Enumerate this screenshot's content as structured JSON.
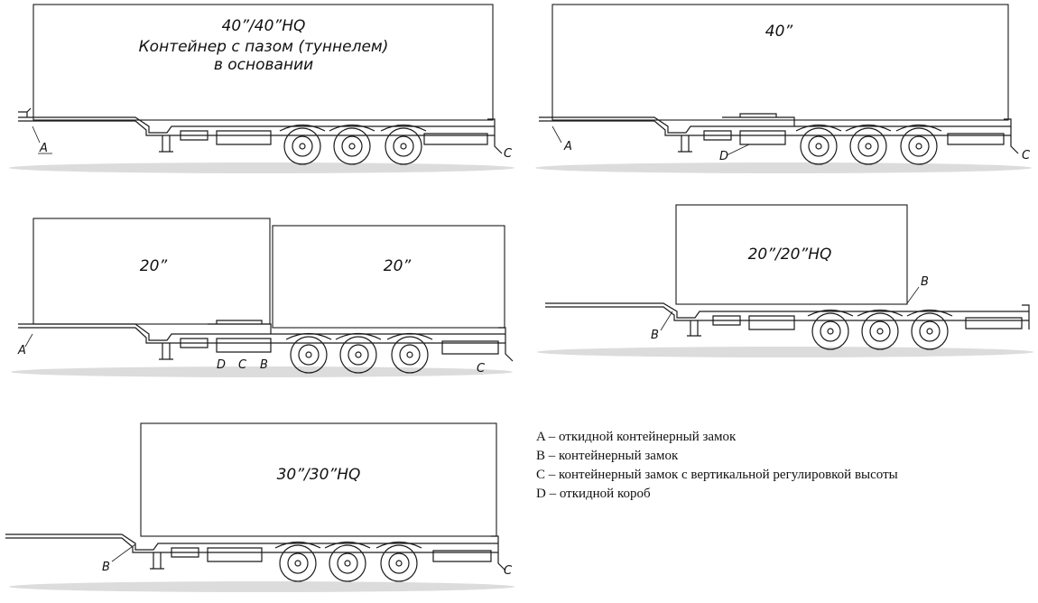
{
  "diagrams": [
    {
      "id": "d1",
      "container_lines": [
        "40”/40”HQ",
        "Контейнер с пазом (туннелем)",
        "в основании"
      ],
      "labels": [
        "A",
        "C"
      ]
    },
    {
      "id": "d2",
      "container_lines": [
        "40”"
      ],
      "labels": [
        "A",
        "D",
        "C"
      ]
    },
    {
      "id": "d3",
      "container_lines": [
        "20”",
        "20”"
      ],
      "labels": [
        "A",
        "D",
        "C",
        "B",
        "C"
      ]
    },
    {
      "id": "d4",
      "container_lines": [
        "20”/20”HQ"
      ],
      "labels": [
        "B",
        "B"
      ]
    },
    {
      "id": "d5",
      "container_lines": [
        "30”/30”HQ"
      ],
      "labels": [
        "B",
        "C"
      ]
    }
  ],
  "legend": [
    "A – откидной контейнерный замок",
    "B – контейнерный замок",
    "C – контейнерный замок с вертикальной регулировкой высоты",
    "D – откидной короб"
  ]
}
